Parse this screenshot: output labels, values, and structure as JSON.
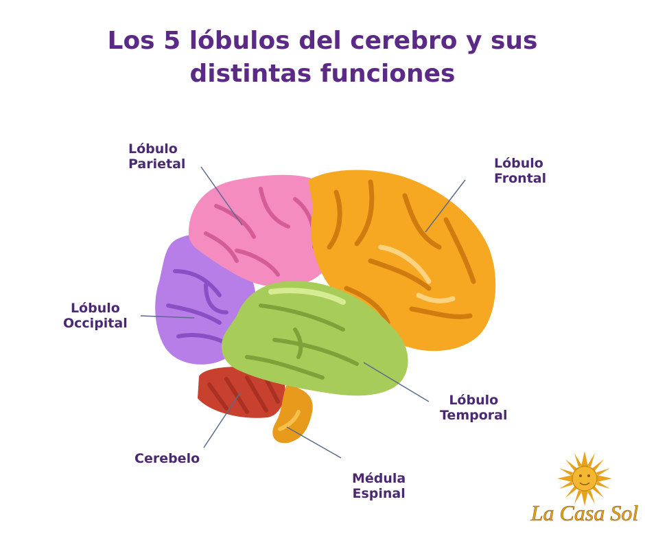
{
  "title": {
    "line1": "Los 5 lóbulos del cerebro y sus",
    "line2": "distintas funciones"
  },
  "labels": {
    "parietal": {
      "line1": "Lóbulo",
      "line2": "Parietal"
    },
    "frontal": {
      "line1": "Lóbulo",
      "line2": "Frontal"
    },
    "occipital": {
      "line1": "Lóbulo",
      "line2": "Occipital"
    },
    "temporal": {
      "line1": "Lóbulo",
      "line2": "Temporal"
    },
    "cerebelo": {
      "line1": "Cerebelo"
    },
    "medula": {
      "line1": "Médula",
      "line2": "Espinal"
    }
  },
  "colors": {
    "title": "#5b2a86",
    "parietal": "#f48cc0",
    "frontal": "#f7a822",
    "occipital": "#b77ee8",
    "temporal": "#a8cc5a",
    "cerebelo": "#c8402e",
    "medula": "#e89a1c"
  },
  "logo": {
    "text": "La Casa Sol",
    "icon": "sun-icon"
  }
}
